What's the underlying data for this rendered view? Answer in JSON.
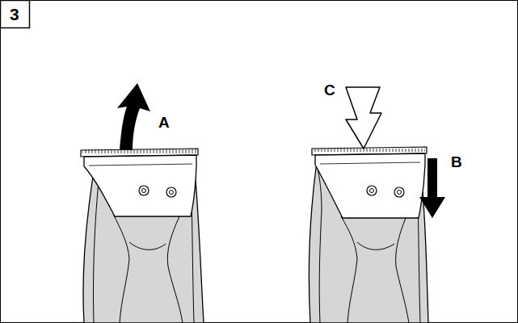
{
  "diagram": {
    "labels": [
      "3",
      "A",
      "C",
      "B"
    ]
  }
}
